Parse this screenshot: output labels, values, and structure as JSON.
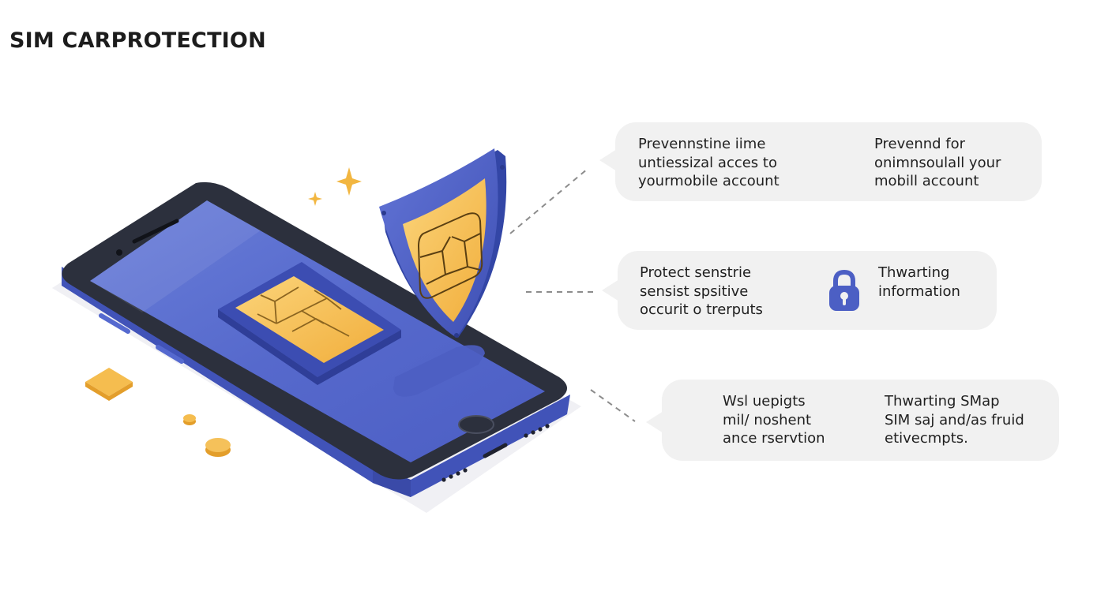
{
  "title": "SIM CARPROTECTION",
  "icons": {
    "shield": "shield-icon",
    "sim_chip": "sim-chip-icon",
    "lock": "lock-icon",
    "sparkle": "sparkle-icon",
    "coin": "coin-icon"
  },
  "colors": {
    "phone_body": "#4a5bc2",
    "phone_bezel": "#2b2f3d",
    "screen": "#5568cc",
    "chip_gold": "#f5bd4f",
    "shield_blue": "#4c5fc4",
    "accent_gold": "#f2b640",
    "bubble_bg": "#f1f1f1"
  },
  "callouts": [
    {
      "left_lines": [
        "Prevennstine iime",
        "untiessizal acces to",
        "yourmobile account"
      ],
      "right_lines": [
        "Prevennd for",
        "onimnsoulall your",
        "mobill account"
      ]
    },
    {
      "left_lines": [
        "Protect senstrie",
        "sensist spsitive",
        "occurit o trerputs"
      ],
      "right_lines": [
        "Thwarting",
        "information"
      ]
    },
    {
      "left_lines": [
        "Wsl uepigts",
        "mil/ noshent",
        "ance rservtion"
      ],
      "right_lines": [
        "Thwarting SMap",
        "SIM saj and/as fruid",
        "etivecmpts."
      ]
    }
  ]
}
